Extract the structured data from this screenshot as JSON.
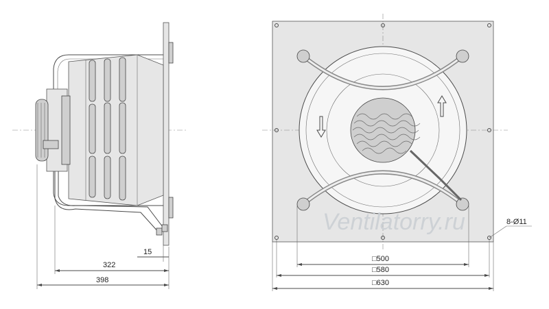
{
  "side_view": {
    "dim_small": "15",
    "dim_mid": "322",
    "dim_total": "398"
  },
  "front_view": {
    "dim_inner": "□500",
    "dim_hole_spacing": "□580",
    "dim_plate": "□630",
    "holes_label": "8-Ø11"
  },
  "watermark": "Ventilatorry.ru"
}
